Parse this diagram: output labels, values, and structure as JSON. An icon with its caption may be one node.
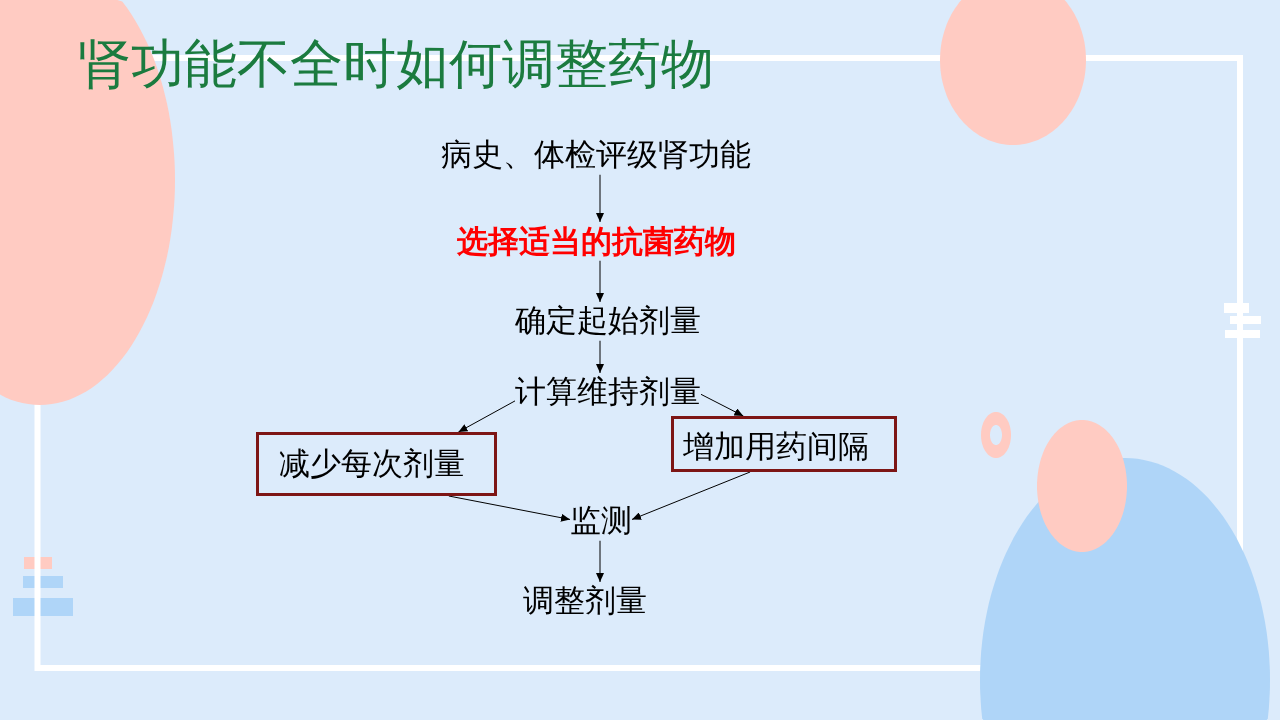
{
  "diagram": {
    "title": "肾功能不全时如何调整药物",
    "nodes": [
      {
        "text": [
          "病史、体检评级肾功能"
        ]
      },
      {
        "text": [
          "选择适当的抗菌药物"
        ]
      },
      {
        "text": [
          "确定起始剂量"
        ]
      },
      {
        "text": [
          "计算维持剂量"
        ]
      },
      {
        "text": [
          "减少每次剂量"
        ]
      },
      {
        "text": [
          "增加用药间隔"
        ]
      },
      {
        "text": [
          "监测"
        ]
      },
      {
        "text": [
          "调整剂量"
        ]
      }
    ],
    "edges": [
      {
        "from": 0,
        "to": 1,
        "arrow": "to"
      },
      {
        "from": 1,
        "to": 2,
        "arrow": "to"
      },
      {
        "from": 2,
        "to": 3,
        "arrow": "to"
      },
      {
        "from": 3,
        "to": 4,
        "arrow": "to"
      },
      {
        "from": 3,
        "to": 5,
        "arrow": "to"
      },
      {
        "from": 4,
        "to": 6,
        "arrow": "to"
      },
      {
        "from": 5,
        "to": 6,
        "arrow": "to"
      },
      {
        "from": 6,
        "to": 7,
        "arrow": "to"
      }
    ]
  }
}
